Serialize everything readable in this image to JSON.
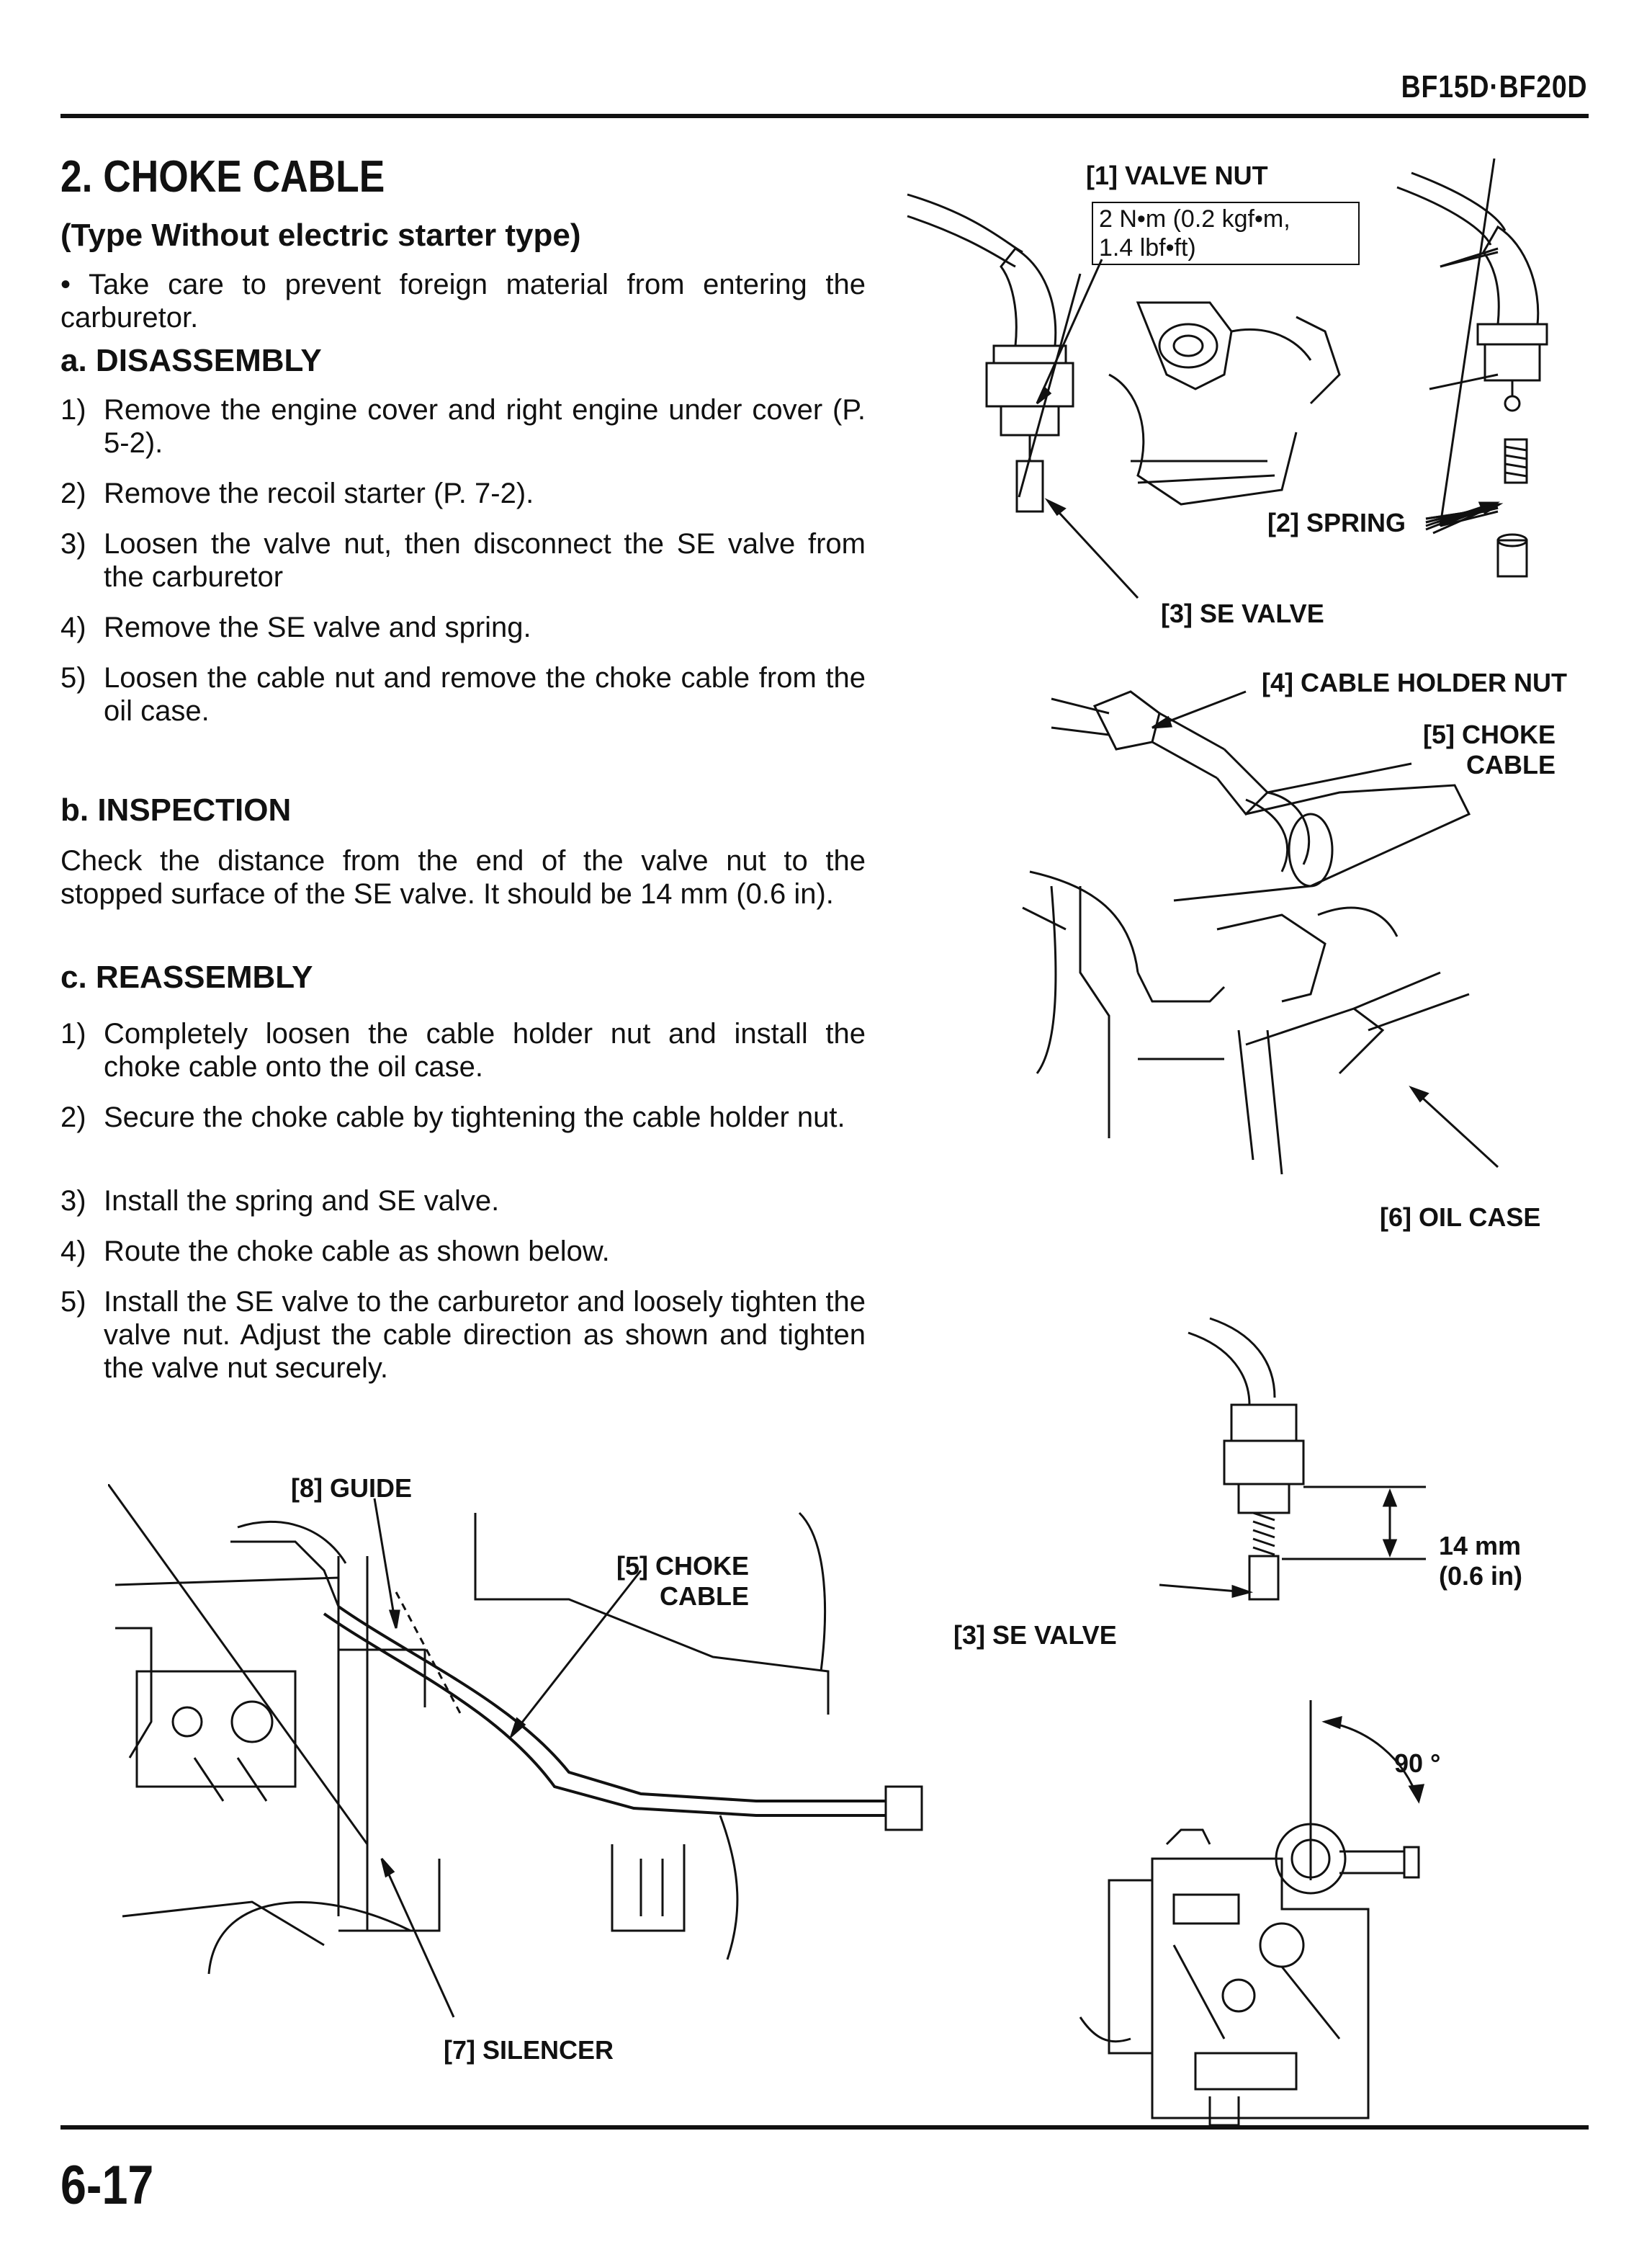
{
  "header": {
    "model": "BF15D·BF20D"
  },
  "footer": {
    "page_number": "6-17"
  },
  "section": {
    "title": "2. CHOKE CABLE",
    "subtitle": "(Type Without electric starter type)",
    "note": "• Take care to prevent foreign material from entering the carburetor.",
    "disassembly": {
      "heading": "a. DISASSEMBLY",
      "steps": [
        {
          "num": "1)",
          "text": "Remove the engine cover and right engine under cover (P. 5-2)."
        },
        {
          "num": "2)",
          "text": "Remove the recoil starter (P. 7-2)."
        },
        {
          "num": "3)",
          "text": "Loosen the valve nut, then disconnect the SE valve from the carburetor"
        },
        {
          "num": "4)",
          "text": "Remove the SE valve and spring."
        },
        {
          "num": "5)",
          "text": "Loosen the cable nut and remove the choke cable from the oil case."
        }
      ]
    },
    "inspection": {
      "heading": "b. INSPECTION",
      "text": "Check the distance from the end of the valve nut to the stopped surface of the SE valve. It should be 14 mm (0.6 in)."
    },
    "reassembly": {
      "heading": "c. REASSEMBLY",
      "steps": [
        {
          "num": "1)",
          "text": "Completely loosen the cable holder nut and install the choke cable onto the oil case."
        },
        {
          "num": "2)",
          "text": "Secure the choke cable by tightening the cable holder nut."
        },
        {
          "num": "3)",
          "text": "Install the spring and SE valve."
        },
        {
          "num": "4)",
          "text": "Route the choke cable as shown below."
        },
        {
          "num": "5)",
          "text": "Install the SE valve to the carburetor and loosely tighten the valve nut. Adjust the cable direction as shown and tighten the valve nut securely."
        }
      ]
    }
  },
  "figures": {
    "valve_nut": "[1]  VALVE NUT",
    "torque_line1": "2 N•m (0.2 kgf•m,",
    "torque_line2": "1.4 lbf•ft)",
    "spring": "[2]  SPRING",
    "se_valve": "[3]  SE VALVE",
    "cable_holder_nut": "[4]  CABLE HOLDER NUT",
    "choke_cable_1": "[5]  CHOKE",
    "choke_cable_2": "CABLE",
    "oil_case": "[6]  OIL CASE",
    "guide": "[8]  GUIDE",
    "choke_cable_b1": "[5]  CHOKE",
    "choke_cable_b2": "CABLE",
    "silencer": "[7]  SILENCER",
    "se_valve_b": "[3] SE VALVE",
    "dim_mm": "14 mm",
    "dim_in": "(0.6 in)",
    "angle": "90 °"
  }
}
